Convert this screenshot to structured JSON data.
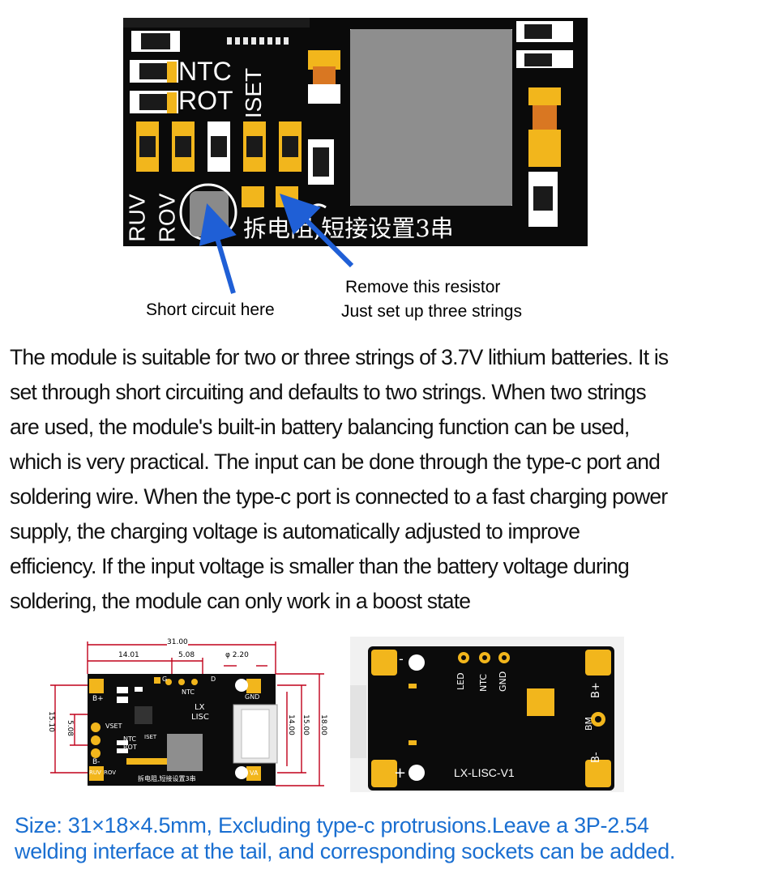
{
  "top_image": {
    "silkscreen": {
      "ntc": "NTC",
      "rot": "ROT",
      "iset": "ISET",
      "ruv": "RUV",
      "rov": "ROV",
      "chinese_note": "拆电阻,短接设置3串"
    },
    "caption_short": "Short circuit here",
    "caption_remove_1": "Remove this resistor",
    "caption_remove_2": "Just set up three strings",
    "arrow_color": "#1f5fd6"
  },
  "description": [
    "The module is suitable for two or three strings of 3.7V lithium batteries. It is",
    "set through short circuiting and defaults to two strings. When two strings",
    "are used, the module's built-in battery balancing function can be used,",
    "which is very practical. The input can be done through the type-c port and",
    "soldering wire. When the type-c port is connected to a fast charging power",
    "supply, the charging voltage is automatically adjusted to improve",
    "efficiency. If the input voltage is smaller than the battery voltage during",
    "soldering, the module can only work in a boost state"
  ],
  "dimension_drawing": {
    "width_total": "31.00",
    "seg_a": "14.01",
    "seg_b": "5.08",
    "hole": "φ 2.20",
    "left_h": "15.10",
    "left_h2": "5.08",
    "right_a": "14.00",
    "right_b": "15.00",
    "right_c": "18.00",
    "labels": {
      "b_plus": "B+",
      "b_minus": "B-",
      "vset": "VSET",
      "ntc": "NTC",
      "rot": "ROT",
      "iset": "ISET",
      "lx": "LX",
      "lisc": "LISC",
      "gnd": "GND",
      "g": "G",
      "d": "D",
      "va": "VA",
      "ruv": "RUV",
      "rov": "ROV",
      "note": "拆电阻,短接设置3串"
    },
    "dim_color": "#c0001a"
  },
  "back_board": {
    "led": "LED",
    "ntc": "NTC",
    "gnd": "GND",
    "b_plus": "B+",
    "bm": "BM",
    "b_minus": "B-",
    "minus": "-",
    "plus": "+",
    "model": "LX-LISC-V1"
  },
  "size_note": [
    "Size: 31×18×4.5mm, Excluding type-c protrusions.Leave a 3P-2.54",
    "welding interface at the tail, and corresponding sockets can be added."
  ],
  "colors": {
    "pcb": "#0a0a0a",
    "pad": "#f2b61c",
    "inductor": "#8e8e8e",
    "note_blue": "#1a6fd1"
  }
}
